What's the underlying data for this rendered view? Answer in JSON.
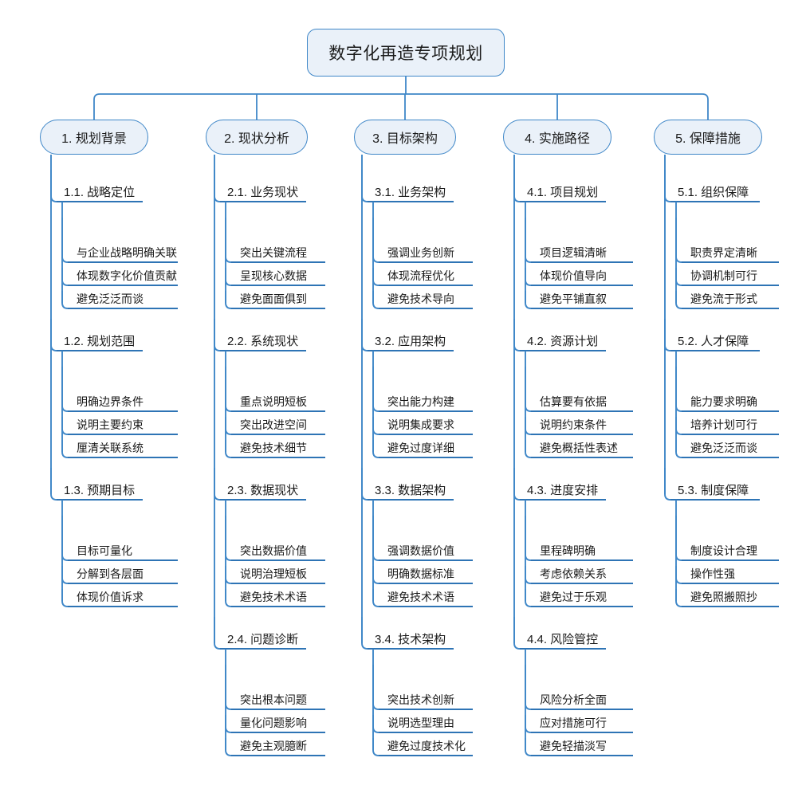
{
  "diagram": {
    "type": "mind-map",
    "title": "数字化再造专项规划",
    "colors": {
      "node_fill": "#eaf1f9",
      "node_border": "#3f87c8",
      "connector": "#3f87c8",
      "underline": "#2e74b5",
      "text": "#1a1a1a",
      "background": "#ffffff"
    },
    "root": {
      "label": "数字化再造专项规划"
    },
    "branches": [
      {
        "label": "1. 规划背景",
        "children": [
          {
            "label": "1.1. 战略定位",
            "children": [
              {
                "label": "与企业战略明确关联"
              },
              {
                "label": "体现数字化价值贡献"
              },
              {
                "label": "避免泛泛而谈"
              }
            ]
          },
          {
            "label": "1.2. 规划范围",
            "children": [
              {
                "label": "明确边界条件"
              },
              {
                "label": "说明主要约束"
              },
              {
                "label": "厘清关联系统"
              }
            ]
          },
          {
            "label": "1.3. 预期目标",
            "children": [
              {
                "label": "目标可量化"
              },
              {
                "label": "分解到各层面"
              },
              {
                "label": "体现价值诉求"
              }
            ]
          }
        ]
      },
      {
        "label": "2. 现状分析",
        "children": [
          {
            "label": "2.1. 业务现状",
            "children": [
              {
                "label": "突出关键流程"
              },
              {
                "label": "呈现核心数据"
              },
              {
                "label": "避免面面俱到"
              }
            ]
          },
          {
            "label": "2.2. 系统现状",
            "children": [
              {
                "label": "重点说明短板"
              },
              {
                "label": "突出改进空间"
              },
              {
                "label": "避免技术细节"
              }
            ]
          },
          {
            "label": "2.3. 数据现状",
            "children": [
              {
                "label": "突出数据价值"
              },
              {
                "label": "说明治理短板"
              },
              {
                "label": "避免技术术语"
              }
            ]
          },
          {
            "label": "2.4. 问题诊断",
            "children": [
              {
                "label": "突出根本问题"
              },
              {
                "label": "量化问题影响"
              },
              {
                "label": "避免主观臆断"
              }
            ]
          }
        ]
      },
      {
        "label": "3. 目标架构",
        "children": [
          {
            "label": "3.1. 业务架构",
            "children": [
              {
                "label": "强调业务创新"
              },
              {
                "label": "体现流程优化"
              },
              {
                "label": "避免技术导向"
              }
            ]
          },
          {
            "label": "3.2. 应用架构",
            "children": [
              {
                "label": "突出能力构建"
              },
              {
                "label": "说明集成要求"
              },
              {
                "label": "避免过度详细"
              }
            ]
          },
          {
            "label": "3.3. 数据架构",
            "children": [
              {
                "label": "强调数据价值"
              },
              {
                "label": "明确数据标准"
              },
              {
                "label": "避免技术术语"
              }
            ]
          },
          {
            "label": "3.4. 技术架构",
            "children": [
              {
                "label": "突出技术创新"
              },
              {
                "label": "说明选型理由"
              },
              {
                "label": "避免过度技术化"
              }
            ]
          }
        ]
      },
      {
        "label": "4. 实施路径",
        "children": [
          {
            "label": "4.1. 项目规划",
            "children": [
              {
                "label": "项目逻辑清晰"
              },
              {
                "label": "体现价值导向"
              },
              {
                "label": "避免平铺直叙"
              }
            ]
          },
          {
            "label": "4.2. 资源计划",
            "children": [
              {
                "label": "估算要有依据"
              },
              {
                "label": "说明约束条件"
              },
              {
                "label": "避免概括性表述"
              }
            ]
          },
          {
            "label": "4.3. 进度安排",
            "children": [
              {
                "label": "里程碑明确"
              },
              {
                "label": "考虑依赖关系"
              },
              {
                "label": "避免过于乐观"
              }
            ]
          },
          {
            "label": "4.4. 风险管控",
            "children": [
              {
                "label": "风险分析全面"
              },
              {
                "label": "应对措施可行"
              },
              {
                "label": "避免轻描淡写"
              }
            ]
          }
        ]
      },
      {
        "label": "5. 保障措施",
        "children": [
          {
            "label": "5.1. 组织保障",
            "children": [
              {
                "label": "职责界定清晰"
              },
              {
                "label": "协调机制可行"
              },
              {
                "label": "避免流于形式"
              }
            ]
          },
          {
            "label": "5.2. 人才保障",
            "children": [
              {
                "label": "能力要求明确"
              },
              {
                "label": "培养计划可行"
              },
              {
                "label": "避免泛泛而谈"
              }
            ]
          },
          {
            "label": "5.3. 制度保障",
            "children": [
              {
                "label": "制度设计合理"
              },
              {
                "label": "操作性强"
              },
              {
                "label": "避免照搬照抄"
              }
            ]
          }
        ]
      }
    ]
  }
}
